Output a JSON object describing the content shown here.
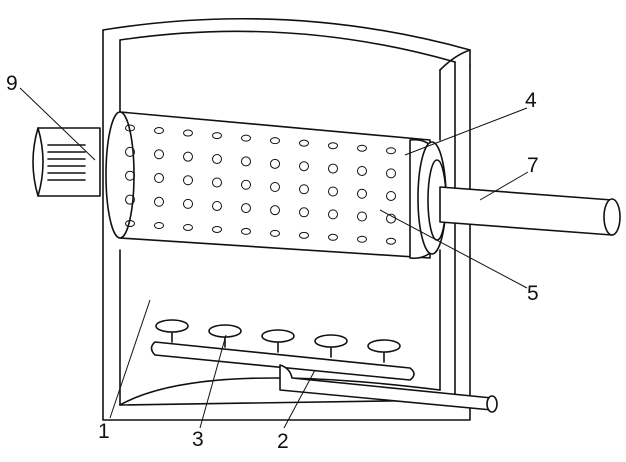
{
  "figure": {
    "labels": {
      "housing": "1",
      "pipe": "2",
      "nozzle": "3",
      "drum": "4",
      "bearing": "5",
      "shaft": "7",
      "motor": "9"
    },
    "nozzle_count": 5
  }
}
